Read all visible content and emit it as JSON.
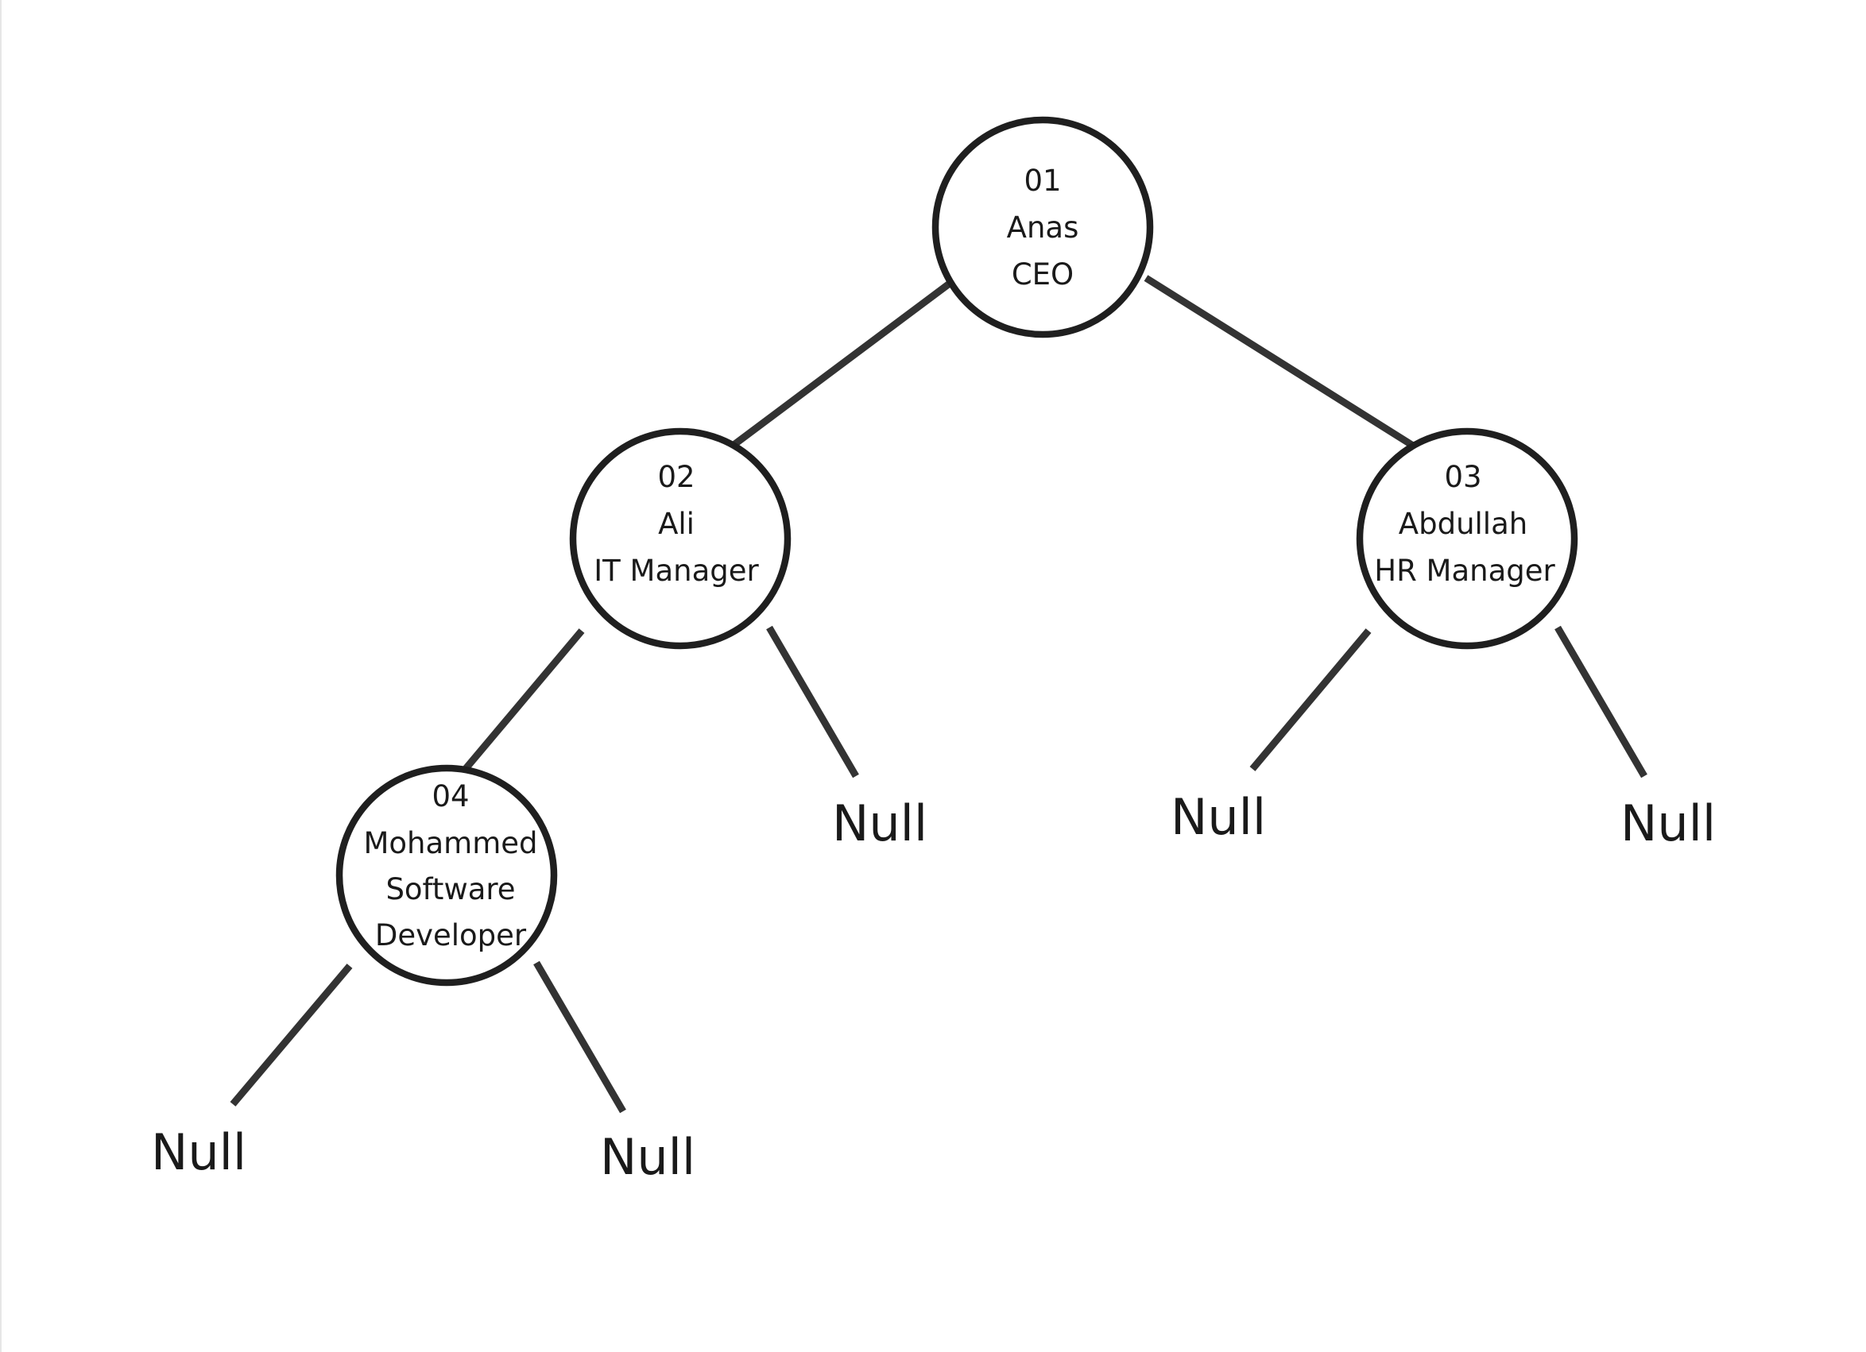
{
  "tree": {
    "nodes": [
      {
        "id": "01",
        "name": "Anas",
        "title": "CEO",
        "title_line2": ""
      },
      {
        "id": "02",
        "name": "Ali",
        "title": "IT Manager",
        "title_line2": ""
      },
      {
        "id": "03",
        "name": "Abdullah",
        "title": "HR Manager",
        "title_line2": ""
      },
      {
        "id": "04",
        "name": "Mohammed",
        "title": "Software",
        "title_line2": "Developer"
      }
    ],
    "null_label": "Null",
    "nulls": [
      "Null",
      "Null",
      "Null",
      "Null",
      "Null"
    ]
  },
  "colors": {
    "edge": "#333333",
    "node_stroke": "#1f1f1f",
    "text": "#1a1a1a",
    "background": "#ffffff"
  }
}
